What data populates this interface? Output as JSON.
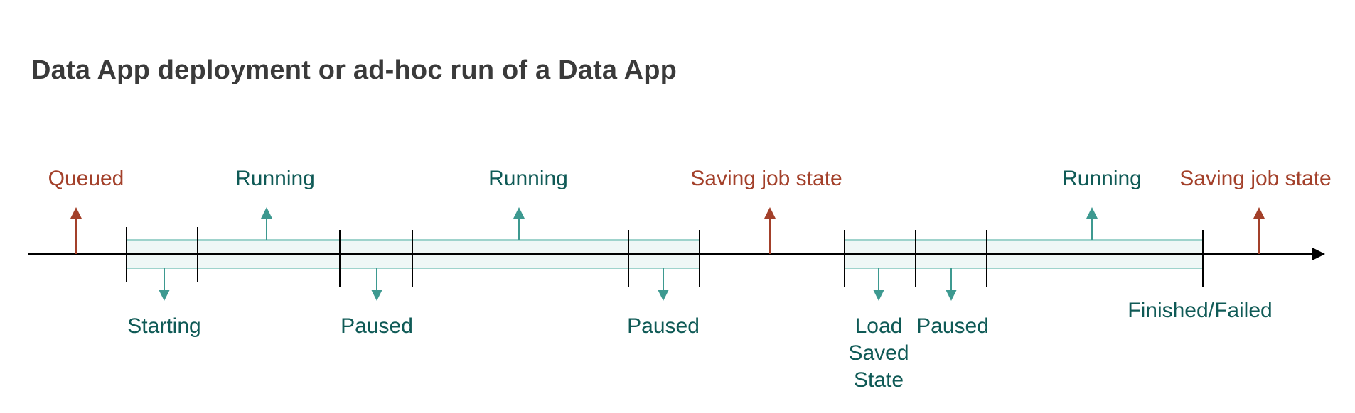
{
  "title": "Data App deployment or ad-hoc run of a Data App",
  "colors": {
    "teal": "#3d9990",
    "teal_text": "#0f5a56",
    "rust": "#a3402a",
    "band_fill": "#eff7f6",
    "band_stroke": "#9fd3cc",
    "axis": "#000000",
    "title": "#3a3a3a"
  },
  "labels": {
    "queued": "Queued",
    "running_1": "Running",
    "running_2": "Running",
    "saving_1": "Saving job state",
    "running_3": "Running",
    "saving_2": "Saving job state",
    "starting": "Starting",
    "paused_1": "Paused",
    "paused_2": "Paused",
    "load_1": "Load",
    "load_2": "Saved",
    "load_3": "State",
    "paused_3": "Paused",
    "finished": "Finished/Failed"
  }
}
